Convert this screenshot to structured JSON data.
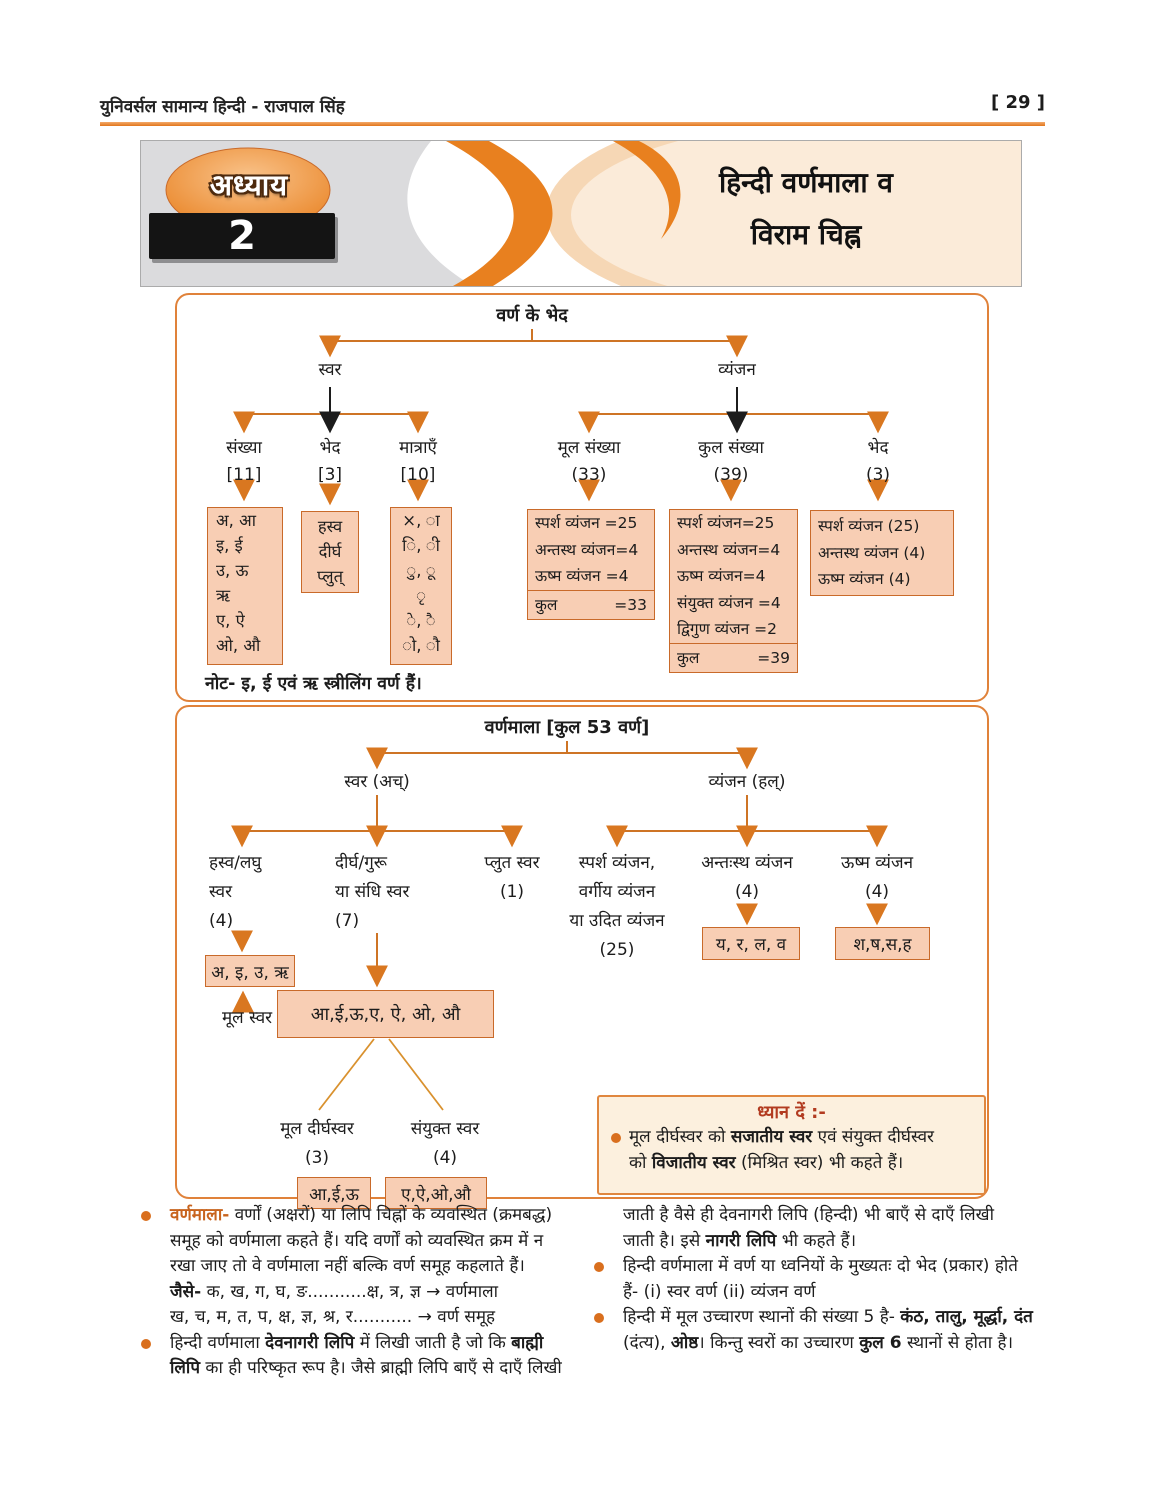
{
  "colors": {
    "accent": "#E2761B",
    "term": "#C8641E",
    "box_fill": "#F8CEB4",
    "box_border": "#C96A2A",
    "attention_title": "#B23B20"
  },
  "page": {
    "header_left": "युनिवर्सल सामान्य हिन्दी - राजपाल सिंह",
    "page_number": "[ 29 ]"
  },
  "banner": {
    "chapter_label": "अध्याय",
    "chapter_number": "2",
    "title_line1": "हिन्दी वर्णमाला व",
    "title_line2": "विराम चिह्न"
  },
  "chart1": {
    "title": "वर्ण के भेद",
    "swar": "स्वर",
    "vyanjan": "व्यंजन",
    "swar_children": [
      {
        "l1": "संख्या",
        "l2": "[11]"
      },
      {
        "l1": "भेद",
        "l2": "[3]"
      },
      {
        "l1": "मात्राएँ",
        "l2": "[10]"
      }
    ],
    "vyanjan_children": [
      {
        "l1": "मूल संख्या",
        "l2": "(33)"
      },
      {
        "l1": "कुल संख्या",
        "l2": "(39)"
      },
      {
        "l1": "भेद",
        "l2": "(3)"
      }
    ],
    "vowel_box": [
      "अ, आ",
      "इ, ई",
      "उ, ऊ",
      "ऋ",
      "ए, ऐ",
      "ओ, औ"
    ],
    "type_box": [
      "हस्व",
      "दीर्घ",
      "प्लुत्"
    ],
    "matra_box": [
      "×, ा",
      "ि, ी",
      "ु, ू",
      "ृ",
      "े, ै",
      "ो, ौ"
    ],
    "mool_box_rows": [
      "स्पर्श व्यंजन =25",
      "अन्तस्थ व्यंजन=4",
      "ऊष्म व्यंजन =4"
    ],
    "mool_total": {
      "label": "कुल",
      "value": "=33"
    },
    "kul_box_rows": [
      "स्पर्श व्यंजन=25",
      "अन्तस्थ व्यंजन=4",
      "ऊष्म व्यंजन=4",
      "संयुक्त व्यंजन =4",
      "द्विगुण व्यंजन =2"
    ],
    "kul_total": {
      "label": "कुल",
      "value": "=39"
    },
    "bhed_box": [
      "स्पर्श व्यंजन (25)",
      "अन्तस्थ व्यंजन (4)",
      "ऊष्म व्यंजन (4)"
    ],
    "note": "नोट- इ, ई एवं ऋ स्त्रीलिंग वर्ण हैं।"
  },
  "chart2": {
    "title": "वर्णमाला [कुल 53 वर्ण]",
    "swar": "स्वर (अच्)",
    "vyanjan": "व्यंजन (हल्)",
    "cols": [
      [
        "हस्व/लघु",
        "स्वर",
        "(4)"
      ],
      [
        "दीर्घ/गुरू",
        "या संधि स्वर",
        "(7)"
      ],
      [
        "प्लुत स्वर",
        "(1)"
      ],
      [
        "स्पर्श व्यंजन,",
        "वर्गीय व्यंजन",
        "या उदित व्यंजन",
        "(25)"
      ],
      [
        "अन्तःस्थ व्यंजन",
        "(4)"
      ],
      [
        "ऊष्म व्यंजन",
        "(4)"
      ]
    ],
    "mool_swar_label": "मूल स्वर",
    "box_basic": "अ, इ, उ, ऋ",
    "box_long": "आ,ई,ऊ,ए, ऐ, ओ, औ",
    "box_yrlv": "य, र, ल, व",
    "box_ushm": "श,ष,स,ह",
    "mool_dirgh": [
      "मूल दीर्घस्वर",
      "(3)"
    ],
    "sanyukt": [
      "संयुक्त स्वर",
      "(4)"
    ],
    "box_aiu": "आ,ई,ऊ",
    "box_eaioau": "ए,ऐ,ओ,औ"
  },
  "attention": {
    "title": "ध्यान दें :-",
    "lines": [
      {
        "bullet": true,
        "seg": [
          {
            "t": "मूल दीर्घस्वर को "
          },
          {
            "t": "सजातीय स्वर",
            "b": true
          },
          {
            "t": " एवं संयुक्त दीर्घस्वर"
          }
        ]
      },
      {
        "seg": [
          {
            "t": "को "
          },
          {
            "t": "विजातीय स्वर",
            "b": true
          },
          {
            "t": " (मिश्रित स्वर) भी कहते हैं।"
          }
        ]
      }
    ]
  },
  "notes_left": [
    {
      "bullet": true,
      "seg": [
        {
          "t": "वर्णमाला-",
          "b": true,
          "c": "accent"
        },
        {
          "t": " वर्णों (अक्षरों) या लिपि चिह्नों के व्यवस्थित (क्रमबद्ध)"
        }
      ]
    },
    {
      "seg": [
        {
          "t": "समूह को वर्णमाला कहते हैं। यदि वर्णों को व्यवस्थित क्रम में न"
        }
      ]
    },
    {
      "seg": [
        {
          "t": "रखा जाए तो वे वर्णमाला नहीं बल्कि वर्ण समूह कहलाते हैं।"
        }
      ]
    },
    {
      "seg": [
        {
          "t": "जैसे-",
          "b": true
        },
        {
          "t": " क, ख, ग, घ, ङ...........क्ष, त्र, ज्ञ → वर्णमाला"
        }
      ]
    },
    {
      "seg": [
        {
          "t": " ख, च, म, त, प, क्ष, ज्ञ, श्र, र........... → वर्ण समूह"
        }
      ]
    },
    {
      "bullet": true,
      "seg": [
        {
          "t": "हिन्दी वर्णमाला "
        },
        {
          "t": "देवनागरी लिपि",
          "b": true
        },
        {
          "t": " में लिखी जाती है जो कि "
        },
        {
          "t": "बाह्मी",
          "b": true
        }
      ]
    },
    {
      "seg": [
        {
          "t": "लिपि",
          "b": true
        },
        {
          "t": " का ही परिष्कृत रूप है। जैसे ब्राह्मी लिपि बाएँ से दाएँ लिखी"
        }
      ]
    }
  ],
  "notes_right": [
    {
      "seg": [
        {
          "t": "जाती है वैसे ही देवनागरी लिपि (हिन्दी) भी बाएँ से दाएँ लिखी"
        }
      ]
    },
    {
      "seg": [
        {
          "t": "जाती है। इसे "
        },
        {
          "t": "नागरी लिपि",
          "b": true
        },
        {
          "t": " भी कहते हैं।"
        }
      ]
    },
    {
      "bullet": true,
      "seg": [
        {
          "t": "हिन्दी वर्णमाला में वर्ण या ध्वनियों के मुख्यतः दो भेद (प्रकार) होते"
        }
      ]
    },
    {
      "seg": [
        {
          "t": "हैं- (i) स्वर वर्ण (ii) व्यंजन वर्ण"
        }
      ]
    },
    {
      "bullet": true,
      "seg": [
        {
          "t": "हिन्दी में मूल उच्चारण स्थानों की संख्या 5 है- "
        },
        {
          "t": "कंठ, तालु, मूर्द्धा, दंत",
          "b": true
        }
      ]
    },
    {
      "seg": [
        {
          "t": "(दंत्य), "
        },
        {
          "t": "ओष्ठ",
          "b": true
        },
        {
          "t": "। किन्तु स्वरों का उच्चारण "
        },
        {
          "t": "कुल 6",
          "b": true
        },
        {
          "t": " स्थानों से होता है।"
        }
      ]
    }
  ]
}
